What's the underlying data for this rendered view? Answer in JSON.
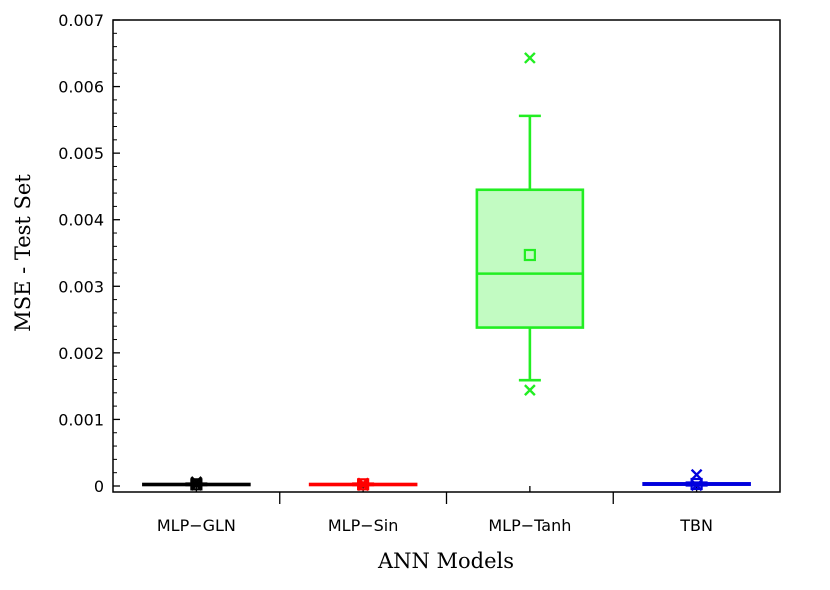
{
  "chart_data": {
    "type": "box",
    "xlabel": "ANN Models",
    "ylabel": "MSE - Test Set",
    "ylim": [
      0,
      0.007
    ],
    "yticks": [
      {
        "value": 0,
        "label": "0"
      },
      {
        "value": 0.001,
        "label": "0.001"
      },
      {
        "value": 0.002,
        "label": "0.002"
      },
      {
        "value": 0.003,
        "label": "0.003"
      },
      {
        "value": 0.004,
        "label": "0.004"
      },
      {
        "value": 0.005,
        "label": "0.005"
      },
      {
        "value": 0.006,
        "label": "0.006"
      },
      {
        "value": 0.007,
        "label": "0.007"
      }
    ],
    "grid": false,
    "categories": [
      "MLP−GLN",
      "MLP−Sin",
      "MLP−Tanh",
      "TBN"
    ],
    "series": [
      {
        "category": "MLP−GLN",
        "color": "#000000",
        "fill": "#000000",
        "whisker_low": 1.5e-05,
        "q1": 2e-05,
        "median": 2.5e-05,
        "q3": 3e-05,
        "whisker_high": 3.5e-05,
        "mean": 2.5e-05,
        "min_marker": 1.5e-05,
        "max_marker": 6e-05
      },
      {
        "category": "MLP−Sin",
        "color": "#ff0000",
        "fill": "#ff0000",
        "whisker_low": 1.5e-05,
        "q1": 2e-05,
        "median": 2.5e-05,
        "q3": 3e-05,
        "whisker_high": 3.5e-05,
        "mean": 2.5e-05,
        "min_marker": 1e-05,
        "max_marker": 4e-05
      },
      {
        "category": "MLP−Tanh",
        "color": "#22ee22",
        "fill": "#c2fbc2",
        "whisker_low": 0.00159,
        "q1": 0.00238,
        "median": 0.00319,
        "q3": 0.00445,
        "whisker_high": 0.00556,
        "mean": 0.00347,
        "min_marker": 0.00144,
        "max_marker": 0.00643
      },
      {
        "category": "TBN",
        "color": "#0000dd",
        "fill": "#0000dd",
        "whisker_low": 1e-05,
        "q1": 2e-05,
        "median": 3e-05,
        "q3": 4e-05,
        "whisker_high": 5e-05,
        "mean": 3e-05,
        "min_marker": 1e-05,
        "max_marker": 0.00017
      }
    ]
  }
}
